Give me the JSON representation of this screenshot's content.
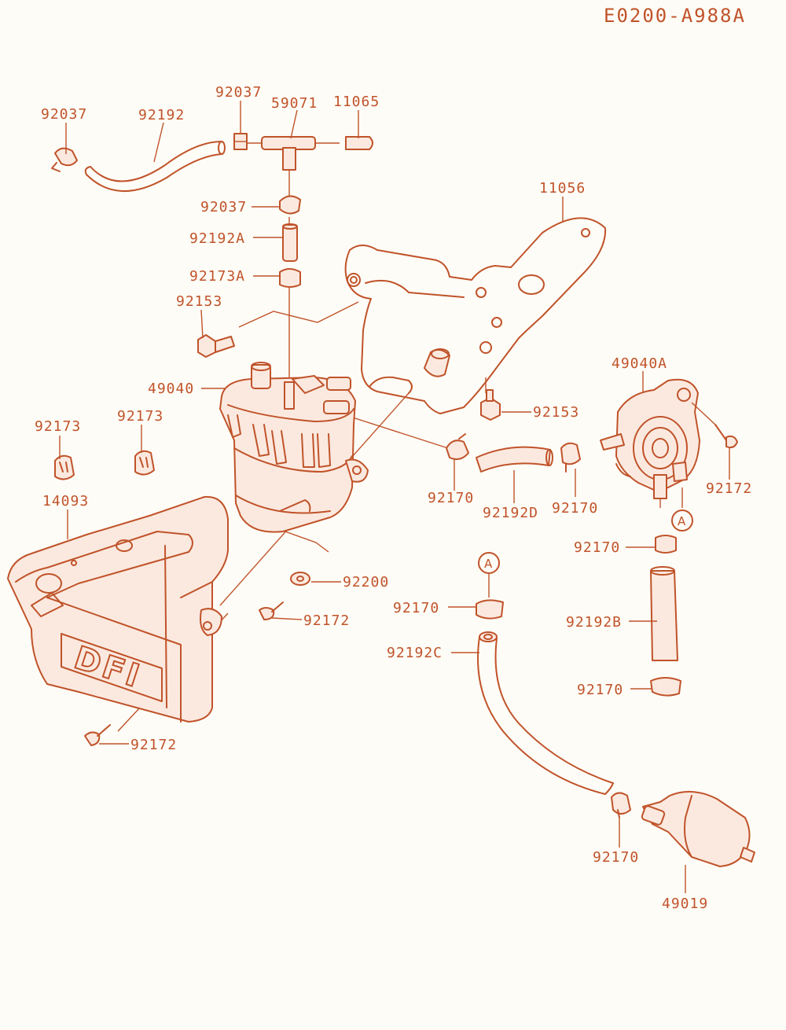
{
  "diagram_code": "E0200-A988A",
  "colors": {
    "line": "#c0532a",
    "background": "#fefcf6",
    "part_fill": "#fbe9df"
  },
  "housing_marking": "DFI",
  "ref_mark": "A",
  "labels": {
    "p92037_top_left": "92037",
    "p92192": "92192",
    "p92037_top": "92037",
    "p59071": "59071",
    "p11065": "11065",
    "p92037_mid": "92037",
    "p92192A": "92192A",
    "p92173A": "92173A",
    "p92153_left": "92153",
    "p11056": "11056",
    "p49040": "49040",
    "p92153_right": "92153",
    "p49040A": "49040A",
    "p92173_left": "92173",
    "p92173_right": "92173",
    "p92172_right": "92172",
    "p14093": "14093",
    "p92170_a": "92170",
    "p92192D": "92192D",
    "p92170_b": "92170",
    "p92170_c": "92170",
    "p92200": "92200",
    "p92172_mid": "92172",
    "p92170_d": "92170",
    "p92192B": "92192B",
    "p92192C": "92192C",
    "p92170_e": "92170",
    "p92172_bottom": "92172",
    "p92170_f": "92170",
    "p49019": "49019"
  }
}
